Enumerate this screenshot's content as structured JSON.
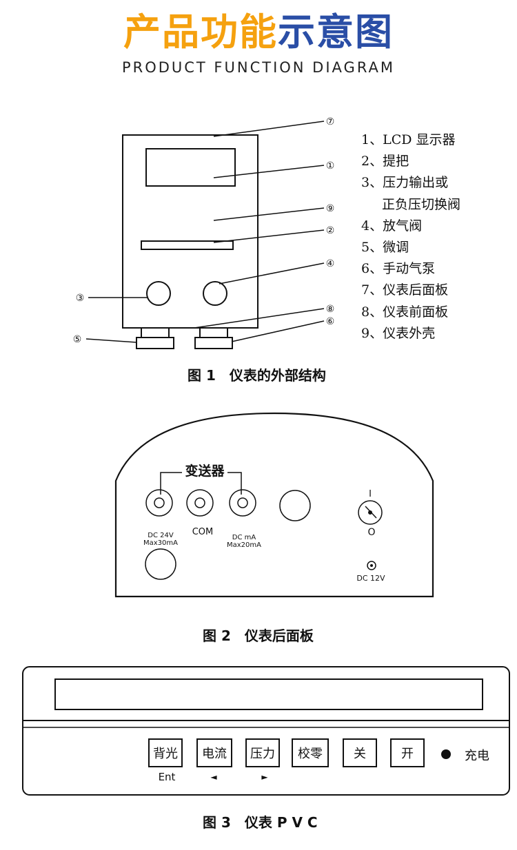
{
  "header": {
    "title_part1": "产品功能",
    "title_part2": "示意图",
    "subtitle": "PRODUCT FUNCTION DIAGRAM"
  },
  "figure1": {
    "callouts": [
      "⑦",
      "①",
      "⑨",
      "②",
      "④",
      "③",
      "⑧",
      "⑥",
      "⑤"
    ],
    "legend": [
      "1、LCD 显示器",
      "2、提把",
      "3、压力输出或",
      "正负压切换阀",
      "4、放气阀",
      "5、微调",
      "6、手动气泵",
      "7、仪表后面板",
      "8、仪表前面板",
      "9、仪表外壳"
    ],
    "caption": "图 1　仪表的外部结构"
  },
  "figure2": {
    "transmitter_label": "变送器",
    "port1_label_line1": "DC 24V",
    "port1_label_line2": "Max30mA",
    "com_label": "COM",
    "port3_label_line1": "DC mA",
    "port3_label_line2": "Max20mA",
    "switch_on": "I",
    "switch_off": "O",
    "power_label": "DC 12V",
    "caption": "图 2　仪表后面板"
  },
  "figure3": {
    "buttons": [
      "背光",
      "电流",
      "压力",
      "校零",
      "关",
      "开"
    ],
    "sub_labels": [
      "Ent",
      "◄",
      "►"
    ],
    "charge_label": "充电",
    "caption": "图 3　仪表 P V C"
  }
}
